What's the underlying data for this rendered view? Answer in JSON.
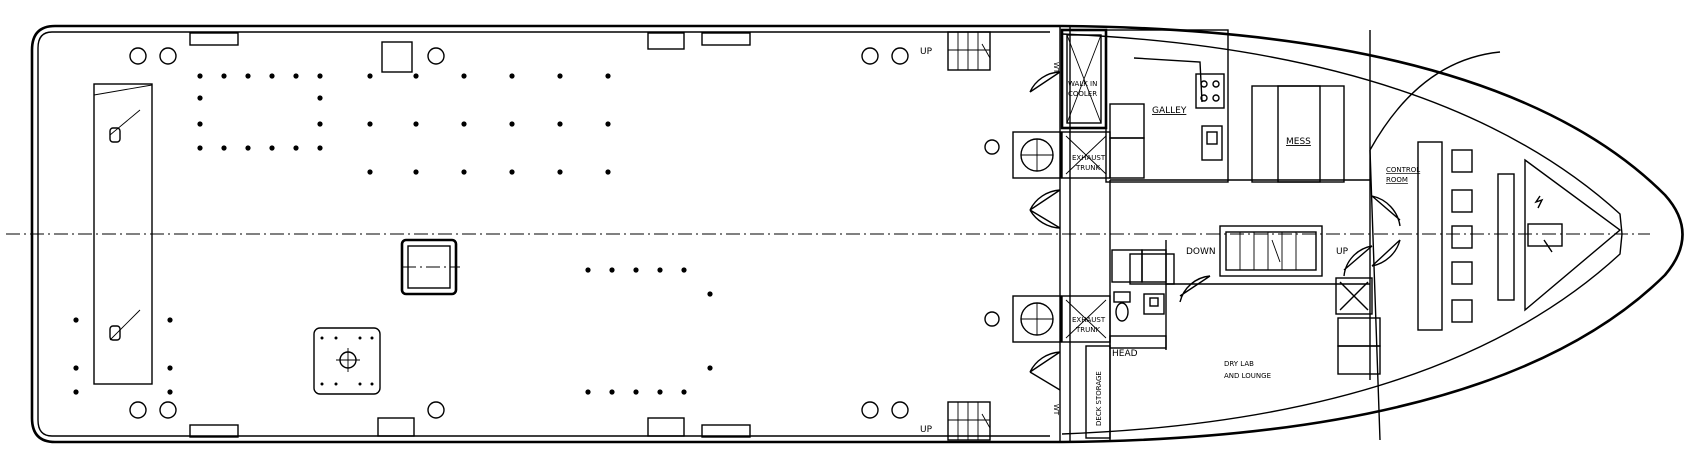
{
  "labels": {
    "galley": "GALLEY",
    "mess": "MESS",
    "control_room_1": "CONTROL",
    "control_room_2": "ROOM",
    "walk_in_1": "WALK IN",
    "walk_in_2": "COOLER",
    "exhaust_1": "EXHAUST",
    "exhaust_2": "TRUNK",
    "head": "HEAD",
    "deck_storage": "DECK STORAGE",
    "dry_lab_1": "DRY LAB",
    "dry_lab_2": "AND LOUNGE",
    "down": "DOWN",
    "up": "UP",
    "wt": "WT"
  }
}
